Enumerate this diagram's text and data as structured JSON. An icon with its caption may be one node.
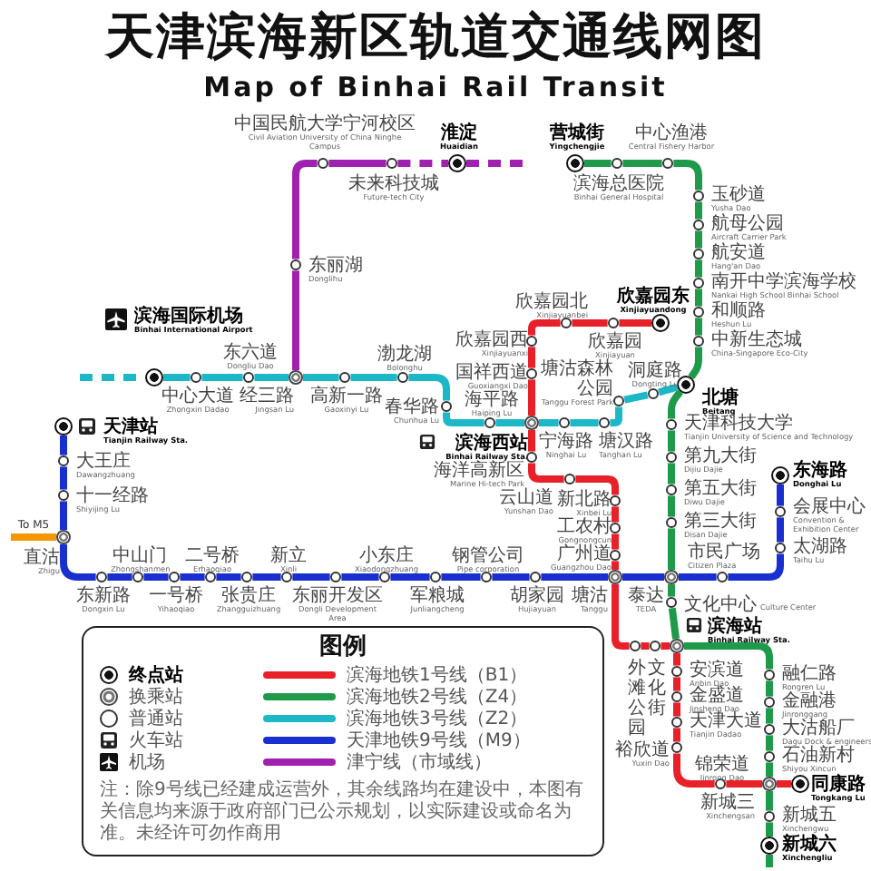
{
  "diagram": {
    "title": "天津滨海新区轨道交通线网图",
    "nodes": [
      {
        "text": [
          "中国民航大学宁河校区",
          "Civil Aviation University of China Ninghe Campus"
        ]
      },
      {
        "text": [
          "未来科技城",
          "Future-tech City"
        ]
      },
      {
        "text": [
          "淮淀",
          "Huaidian"
        ]
      },
      {
        "text": [
          "东丽湖",
          "Donglihu"
        ]
      },
      {
        "text": [
          "经三路",
          "Jingsan Lu"
        ]
      },
      {
        "text": [
          "营城街",
          "Yingchengjie"
        ]
      },
      {
        "text": [
          "滨海总医院",
          "Binhai General Hospital"
        ]
      },
      {
        "text": [
          "中心渔港",
          "Central Fishery Harbor"
        ]
      },
      {
        "text": [
          "玉砂道",
          "Yusha Dao"
        ]
      },
      {
        "text": [
          "航母公园",
          "Aircraft Carrier Park"
        ]
      },
      {
        "text": [
          "航安道",
          "Hang'an Dao"
        ]
      },
      {
        "text": [
          "南开中学滨海学校",
          "Nankai High School Binhai School"
        ]
      },
      {
        "text": [
          "和顺路",
          "Heshun Lu"
        ]
      },
      {
        "text": [
          "中新生态城",
          "China-Singapore Eco-City"
        ]
      },
      {
        "text": [
          "北塘",
          "Beitang"
        ]
      },
      {
        "text": [
          "天津科技大学",
          "Tianjin University of Science and Technology"
        ]
      },
      {
        "text": [
          "第九大街",
          "Dijiu Dajie"
        ]
      },
      {
        "text": [
          "第五大街",
          "Diwu Dajie"
        ]
      },
      {
        "text": [
          "第三大街",
          "Disan Dajie"
        ]
      },
      {
        "text": [
          "泰达",
          "TEDA"
        ]
      },
      {
        "text": [
          "文化中心",
          "Culture Center"
        ]
      },
      {
        "text": [
          "滨海站",
          "Binhai Railway Sta."
        ]
      },
      {
        "text": [
          "融仁路",
          "Rongren Lu"
        ]
      },
      {
        "text": [
          "金融港",
          "Jinronggang"
        ]
      },
      {
        "text": [
          "大沽船厂",
          "Dagu Dock & engineers"
        ]
      },
      {
        "text": [
          "石油新村",
          "Shiyou Xincun"
        ]
      },
      {
        "text": [
          "新城三",
          "Xinchengsan"
        ]
      },
      {
        "text": [
          "新城五",
          "Xinchengwu"
        ]
      },
      {
        "text": [
          "新城六",
          "Xinchengliu"
        ]
      },
      {
        "text": [
          "欣嘉园东",
          "Xinjiayuandong"
        ]
      },
      {
        "text": [
          "欣嘉园",
          "Xinjiayuan"
        ]
      },
      {
        "text": [
          "欣嘉园北",
          "Xinjiayuanbei"
        ]
      },
      {
        "text": [
          "欣嘉园西",
          "Xinjiayuanxi"
        ]
      },
      {
        "text": [
          "国祥西道",
          "Guoxiangxi Dao"
        ]
      },
      {
        "text": [
          "滨海西站",
          "Binhai Railway Sta."
        ]
      },
      {
        "text": [
          "海洋高新区",
          "Marine Hi-tech Park"
        ]
      },
      {
        "text": [
          "云山道",
          "Yunshan Dao"
        ]
      },
      {
        "text": [
          "新北路",
          "Xinbei Lu"
        ]
      },
      {
        "text": [
          "工农村",
          "Gongnongcun"
        ]
      },
      {
        "text": [
          "广州道",
          "Guangzhou Dao"
        ]
      },
      {
        "text": [
          "塘沽",
          "Tanggu"
        ]
      },
      {
        "text": [
          "外滩公园"
        ]
      },
      {
        "text": [
          "文化街"
        ]
      },
      {
        "text": [
          "安滨道",
          "Anbin Dao"
        ]
      },
      {
        "text": [
          "金盛道",
          "Jinsheng Dao"
        ]
      },
      {
        "text": [
          "天津大道",
          "Tianjin Dadao"
        ]
      },
      {
        "text": [
          "裕欣道",
          "Yuxin Dao"
        ]
      },
      {
        "text": [
          "锦荣道",
          "Jinrong Dao"
        ]
      },
      {
        "text": [
          "同康路",
          "Tongkang Lu"
        ]
      },
      {
        "text": [
          "滨海国际机场",
          "Binhai International Airport"
        ]
      },
      {
        "text": [
          "中心大道",
          "Zhongxin Dadao"
        ]
      },
      {
        "text": [
          "东六道",
          "Dongliu Dao"
        ]
      },
      {
        "text": [
          "高新一路",
          "Gaoxinyi Lu"
        ]
      },
      {
        "text": [
          "渤龙湖",
          "Bolonghu"
        ]
      },
      {
        "text": [
          "春华路",
          "Chunhua Lu"
        ]
      },
      {
        "text": [
          "海平路",
          "Haiping Lu"
        ]
      },
      {
        "text": [
          "宁海路",
          "Ninghai Lu"
        ]
      },
      {
        "text": [
          "塘汉路",
          "Tanghan Lu"
        ]
      },
      {
        "text": [
          "塘沽森林公园",
          "Tanggu Forest Park"
        ]
      },
      {
        "text": [
          "洞庭路",
          "Dongting Lu"
        ]
      },
      {
        "text": [
          "天津站",
          "Tianjin Railway Sta."
        ]
      },
      {
        "text": [
          "大王庄",
          "Dawangzhuang"
        ]
      },
      {
        "text": [
          "十一经路",
          "Shiyijing Lu"
        ]
      },
      {
        "text": [
          "直沽",
          "Zhigu"
        ]
      },
      {
        "text": [
          "东新路",
          "Dongxin Lu"
        ]
      },
      {
        "text": [
          "中山门",
          "Zhongshanmen"
        ]
      },
      {
        "text": [
          "一号桥",
          "Yihaoqiao"
        ]
      },
      {
        "text": [
          "二号桥",
          "Erhaoqiao"
        ]
      },
      {
        "text": [
          "张贵庄",
          "Zhangguizhuang"
        ]
      },
      {
        "text": [
          "新立",
          "Xinli"
        ]
      },
      {
        "text": [
          "东丽开发区",
          "Dongli Development Area"
        ]
      },
      {
        "text": [
          "小东庄",
          "Xiaodongzhuang"
        ]
      },
      {
        "text": [
          "军粮城",
          "Junliangcheng"
        ]
      },
      {
        "text": [
          "钢管公司",
          "Pipe corporation"
        ]
      },
      {
        "text": [
          "胡家园",
          "Hujiayuan"
        ]
      },
      {
        "text": [
          "市民广场",
          "Citizen Plaza"
        ]
      },
      {
        "text": [
          "太湖路",
          "Taihu Lu"
        ]
      },
      {
        "text": [
          "会展中心",
          "Convention & Exhibition Center"
        ]
      },
      {
        "text": [
          "东海路",
          "Donghai Lu"
        ]
      }
    ],
    "edges": [
      {
        "from": 4,
        "to": 3,
        "arrow": "none",
        "color": "#a020b0"
      },
      {
        "from": 3,
        "to": 0,
        "arrow": "none",
        "color": "#a020b0"
      },
      {
        "from": 0,
        "to": 1,
        "arrow": "none",
        "color": "#a020b0"
      },
      {
        "from": 1,
        "to": 2,
        "arrow": "none",
        "color": "#a020b0",
        "style": "dashed"
      },
      {
        "from": 2,
        "to": null,
        "arrow": "none",
        "color": "#a020b0",
        "style": "dashed"
      },
      {
        "from": 5,
        "to": 6,
        "arrow": "none",
        "color": "#1e9a4a"
      },
      {
        "from": 6,
        "to": 7,
        "arrow": "none",
        "color": "#1e9a4a"
      },
      {
        "from": 7,
        "to": 8,
        "arrow": "none",
        "color": "#1e9a4a"
      },
      {
        "from": 8,
        "to": 9,
        "arrow": "none",
        "color": "#1e9a4a"
      },
      {
        "from": 9,
        "to": 10,
        "arrow": "none",
        "color": "#1e9a4a"
      },
      {
        "from": 10,
        "to": 11,
        "arrow": "none",
        "color": "#1e9a4a"
      },
      {
        "from": 11,
        "to": 12,
        "arrow": "none",
        "color": "#1e9a4a"
      },
      {
        "from": 12,
        "to": 13,
        "arrow": "none",
        "color": "#1e9a4a"
      },
      {
        "from": 13,
        "to": 14,
        "arrow": "none",
        "color": "#1e9a4a"
      },
      {
        "from": 14,
        "to": 15,
        "arrow": "none",
        "color": "#1e9a4a"
      },
      {
        "from": 15,
        "to": 16,
        "arrow": "none",
        "color": "#1e9a4a"
      },
      {
        "from": 16,
        "to": 17,
        "arrow": "none",
        "color": "#1e9a4a"
      },
      {
        "from": 17,
        "to": 18,
        "arrow": "none",
        "color": "#1e9a4a"
      },
      {
        "from": 18,
        "to": 19,
        "arrow": "none",
        "color": "#1e9a4a"
      },
      {
        "from": 19,
        "to": 20,
        "arrow": "none",
        "color": "#1e9a4a"
      },
      {
        "from": 20,
        "to": 21,
        "arrow": "none",
        "color": "#1e9a4a"
      },
      {
        "from": 21,
        "to": 22,
        "arrow": "none",
        "color": "#1e9a4a"
      },
      {
        "from": 22,
        "to": 23,
        "arrow": "none",
        "color": "#1e9a4a"
      },
      {
        "from": 23,
        "to": 24,
        "arrow": "none",
        "color": "#1e9a4a"
      },
      {
        "from": 24,
        "to": 25,
        "arrow": "none",
        "color": "#1e9a4a"
      },
      {
        "from": 25,
        "to": 26,
        "arrow": "none",
        "color": "#1e9a4a"
      },
      {
        "from": 26,
        "to": 27,
        "arrow": "none",
        "color": "#1e9a4a"
      },
      {
        "from": 27,
        "to": 28,
        "arrow": "none",
        "color": "#1e9a4a"
      },
      {
        "from": 28,
        "to": null,
        "arrow": "none",
        "color": "#1e9a4a",
        "style": "dashed"
      },
      {
        "from": 29,
        "to": 30,
        "arrow": "none",
        "color": "#e8202a"
      },
      {
        "from": 30,
        "to": 31,
        "arrow": "none",
        "color": "#e8202a"
      },
      {
        "from": 31,
        "to": 32,
        "arrow": "none",
        "color": "#e8202a"
      },
      {
        "from": 32,
        "to": 33,
        "arrow": "none",
        "color": "#e8202a"
      },
      {
        "from": 33,
        "to": 34,
        "arrow": "none",
        "color": "#e8202a"
      },
      {
        "from": 34,
        "to": 35,
        "arrow": "none",
        "color": "#e8202a"
      },
      {
        "from": 35,
        "to": 36,
        "arrow": "none",
        "color": "#e8202a"
      },
      {
        "from": 36,
        "to": 37,
        "arrow": "none",
        "color": "#e8202a"
      },
      {
        "from": 37,
        "to": 38,
        "arrow": "none",
        "color": "#e8202a"
      },
      {
        "from": 38,
        "to": 39,
        "arrow": "none",
        "color": "#e8202a"
      },
      {
        "from": 39,
        "to": 40,
        "arrow": "none",
        "color": "#e8202a"
      },
      {
        "from": 40,
        "to": 41,
        "arrow": "none",
        "color": "#e8202a"
      },
      {
        "from": 41,
        "to": 42,
        "arrow": "none",
        "color": "#e8202a"
      },
      {
        "from": 42,
        "to": 21,
        "arrow": "none",
        "color": "#e8202a"
      },
      {
        "from": 21,
        "to": 43,
        "arrow": "none",
        "color": "#e8202a"
      },
      {
        "from": 43,
        "to": 44,
        "arrow": "none",
        "color": "#e8202a"
      },
      {
        "from": 44,
        "to": 45,
        "arrow": "none",
        "color": "#e8202a"
      },
      {
        "from": 45,
        "to": 46,
        "arrow": "none",
        "color": "#e8202a"
      },
      {
        "from": 46,
        "to": 47,
        "arrow": "none",
        "color": "#e8202a"
      },
      {
        "from": 47,
        "to": 26,
        "arrow": "none",
        "color": "#e8202a"
      },
      {
        "from": 26,
        "to": 48,
        "arrow": "none",
        "color": "#e8202a"
      },
      {
        "from": null,
        "to": 49,
        "arrow": "none",
        "color": "#1cb8c8",
        "style": "dashed"
      },
      {
        "from": 49,
        "to": 50,
        "arrow": "none",
        "color": "#1cb8c8"
      },
      {
        "from": 50,
        "to": 51,
        "arrow": "none",
        "color": "#1cb8c8"
      },
      {
        "from": 51,
        "to": 4,
        "arrow": "none",
        "color": "#1cb8c8"
      },
      {
        "from": 4,
        "to": 52,
        "arrow": "none",
        "color": "#1cb8c8"
      },
      {
        "from": 52,
        "to": 53,
        "arrow": "none",
        "color": "#1cb8c8"
      },
      {
        "from": 53,
        "to": 54,
        "arrow": "none",
        "color": "#1cb8c8"
      },
      {
        "from": 54,
        "to": 55,
        "arrow": "none",
        "color": "#1cb8c8"
      },
      {
        "from": 55,
        "to": 34,
        "arrow": "none",
        "color": "#1cb8c8"
      },
      {
        "from": 34,
        "to": 56,
        "arrow": "none",
        "color": "#1cb8c8"
      },
      {
        "from": 56,
        "to": 57,
        "arrow": "none",
        "color": "#1cb8c8"
      },
      {
        "from": 57,
        "to": 58,
        "arrow": "none",
        "color": "#1cb8c8"
      },
      {
        "from": 58,
        "to": 59,
        "arrow": "none",
        "color": "#1cb8c8"
      },
      {
        "from": 59,
        "to": 14,
        "arrow": "none",
        "color": "#1cb8c8"
      },
      {
        "from": 60,
        "to": 61,
        "arrow": "none",
        "color": "#1a2fd0"
      },
      {
        "from": 61,
        "to": 62,
        "arrow": "none",
        "color": "#1a2fd0"
      },
      {
        "from": 62,
        "to": 63,
        "arrow": "none",
        "color": "#1a2fd0"
      },
      {
        "from": 63,
        "to": 64,
        "arrow": "none",
        "color": "#1a2fd0"
      },
      {
        "from": 64,
        "to": 65,
        "arrow": "none",
        "color": "#1a2fd0"
      },
      {
        "from": 65,
        "to": 66,
        "arrow": "none",
        "color": "#1a2fd0"
      },
      {
        "from": 66,
        "to": 67,
        "arrow": "none",
        "color": "#1a2fd0"
      },
      {
        "from": 67,
        "to": 68,
        "arrow": "none",
        "color": "#1a2fd0"
      },
      {
        "from": 68,
        "to": 69,
        "arrow": "none",
        "color": "#1a2fd0"
      },
      {
        "from": 69,
        "to": 70,
        "arrow": "none",
        "color": "#1a2fd0"
      },
      {
        "from": 70,
        "to": 71,
        "arrow": "none",
        "color": "#1a2fd0"
      },
      {
        "from": 71,
        "to": 72,
        "arrow": "none",
        "color": "#1a2fd0"
      },
      {
        "from": 72,
        "to": 73,
        "arrow": "none",
        "color": "#1a2fd0"
      },
      {
        "from": 73,
        "to": 74,
        "arrow": "none",
        "color": "#1a2fd0"
      },
      {
        "from": 74,
        "to": 40,
        "arrow": "none",
        "color": "#1a2fd0"
      },
      {
        "from": 40,
        "to": 19,
        "arrow": "none",
        "color": "#1a2fd0"
      },
      {
        "from": 19,
        "to": 75,
        "arrow": "none",
        "color": "#1a2fd0"
      },
      {
        "from": 75,
        "to": 76,
        "arrow": "none",
        "color": "#1a2fd0"
      },
      {
        "from": 76,
        "to": 77,
        "arrow": "none",
        "color": "#1a2fd0"
      },
      {
        "from": 77,
        "to": 78,
        "arrow": "none",
        "color": "#1a2fd0"
      },
      {
        "from": null,
        "to": 63,
        "arrow": "none",
        "color": "#f39800",
        "label": "To M5"
      }
    ],
    "labels": [
      "Map of Binhai Rail Transit",
      "图例",
      "注：除9号线已经建成运营外，其余线路均在建设中，本图有关信息均来源于政府部门已公示规划，以实际建设或命名为准。未经许可勿作商用"
    ],
    "legend": [
      {
        "text": "终点站"
      },
      {
        "text": "换乘站"
      },
      {
        "text": "普通站"
      },
      {
        "text": "火车站"
      },
      {
        "text": "机场"
      },
      {
        "text": "滨海地铁1号线（B1）",
        "color": "#e8202a"
      },
      {
        "text": "滨海地铁2号线（Z4）",
        "color": "#1e9a4a"
      },
      {
        "text": "滨海地铁3号线（Z2）",
        "color": "#1cb8c8"
      },
      {
        "text": "天津地铁9号线（M9）",
        "color": "#1a2fd0"
      },
      {
        "text": "津宁线（市域线）",
        "color": "#a020b0"
      }
    ]
  }
}
